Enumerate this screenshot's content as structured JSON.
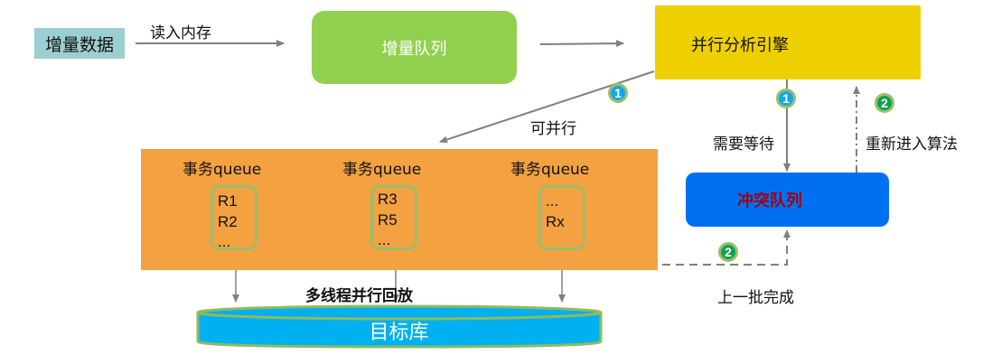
{
  "nodes": {
    "incremental_data": "增量数据",
    "incremental_queue": "增量队列",
    "parallel_engine": "并行分析引擎",
    "conflict_queue": "冲突队列",
    "target_db": "目标库"
  },
  "edges": {
    "read_into_memory": "读入内存",
    "can_parallel": "可并行",
    "need_wait": "需要等待",
    "reenter_algorithm": "重新进入算法",
    "previous_batch_done": "上一批完成",
    "multithread_replay": "多线程并行回放"
  },
  "badges": {
    "step1": "1",
    "step2": "2"
  },
  "transaction_queues": [
    {
      "title": "事务queue",
      "items": [
        "R1",
        "R2",
        "..."
      ]
    },
    {
      "title": "事务queue",
      "items": [
        "R3",
        "R5",
        "..."
      ]
    },
    {
      "title": "事务queue",
      "items": [
        "...",
        "Rx"
      ]
    }
  ],
  "colors": {
    "incremental_data_bg": "#9ccfd1",
    "incremental_queue_bg": "#92d050",
    "engine_bg": "#eed000",
    "transaction_area_bg": "#f4a142",
    "conflict_queue_bg": "#0070f0",
    "conflict_text": "#a00016",
    "target_db_bg": "#00b0f0",
    "badge_one": "#13a8e8",
    "badge_two": "#10a14c"
  }
}
